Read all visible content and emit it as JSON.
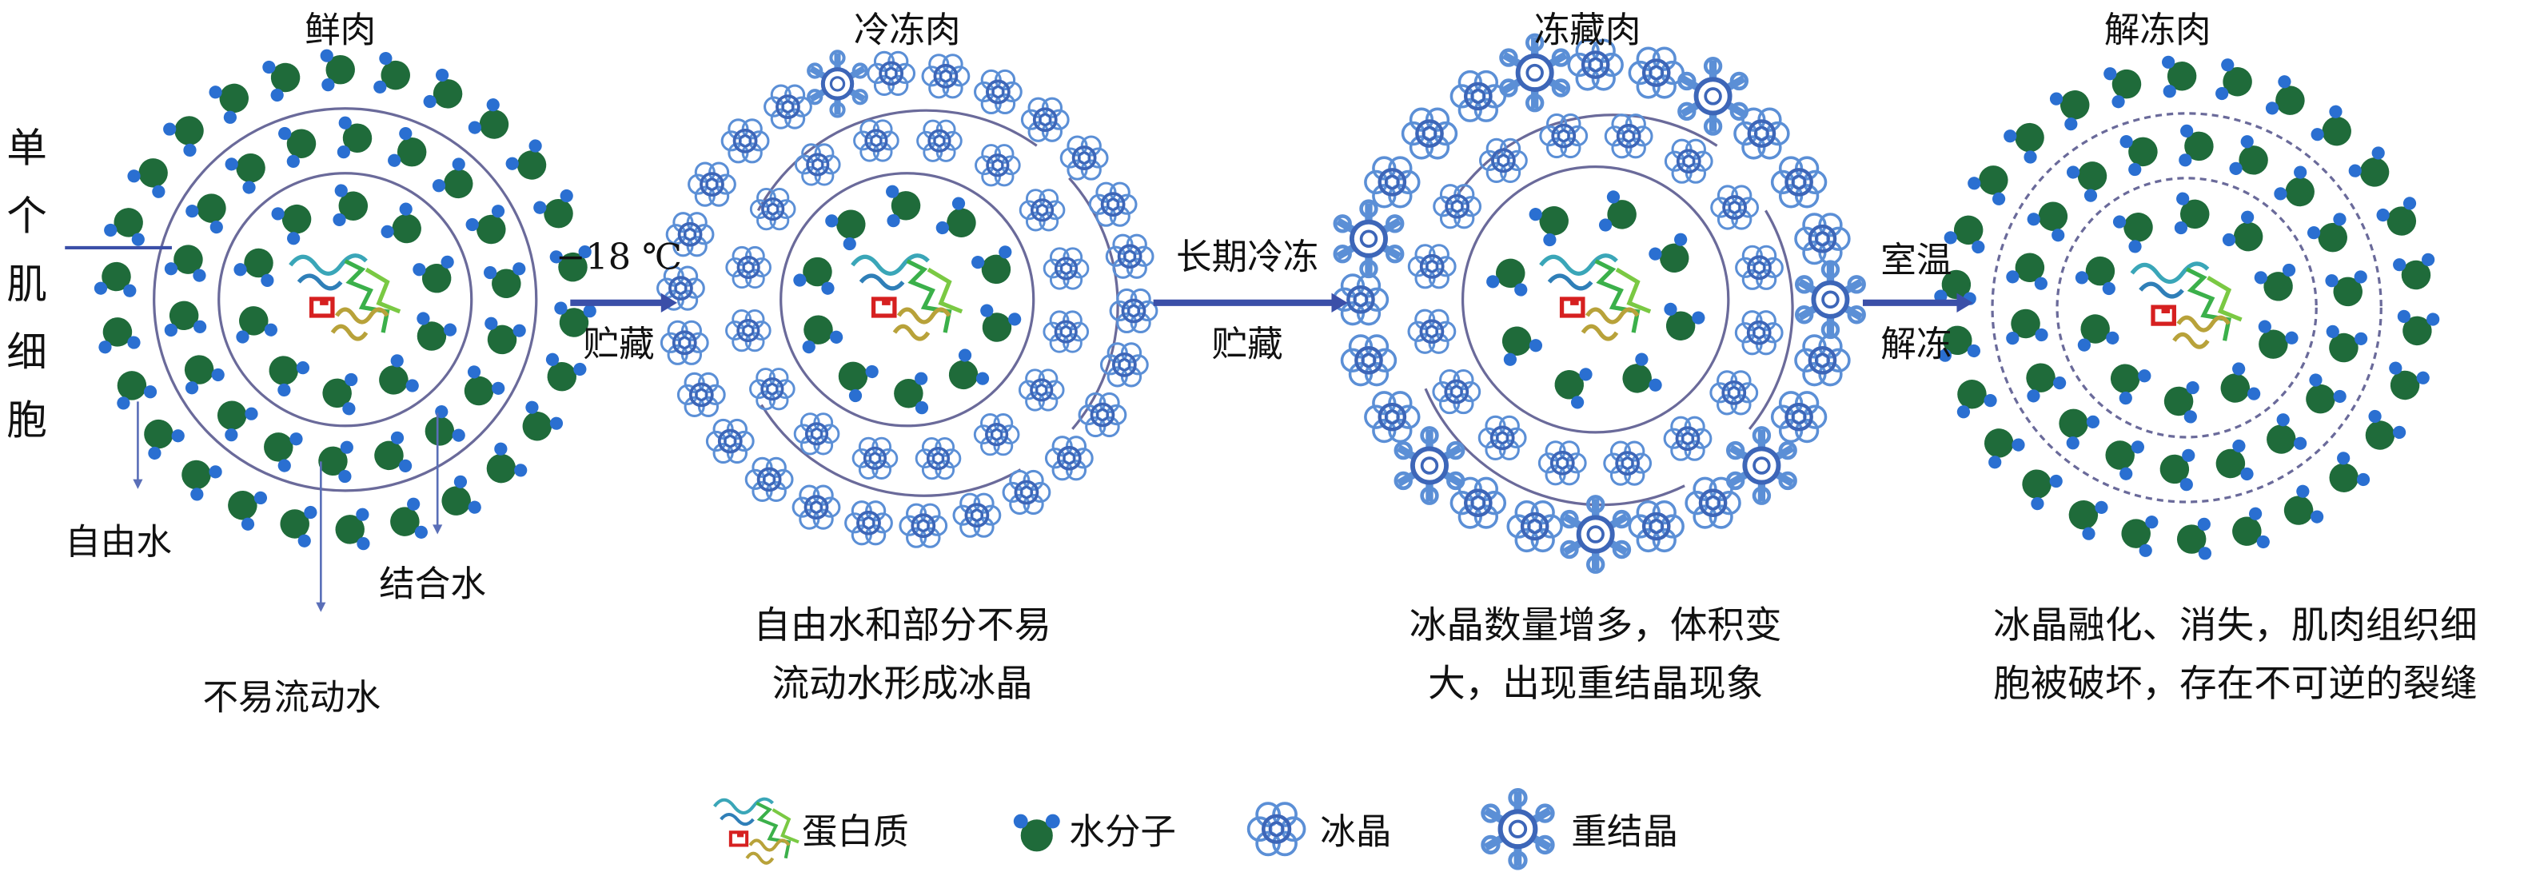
{
  "stages": [
    {
      "title": "鲜肉"
    },
    {
      "title": "冷冻肉",
      "caption": [
        "自由水和部分不易",
        "流动水形成冰晶"
      ]
    },
    {
      "title": "冻藏肉",
      "caption": [
        "冰晶数量增多，体积变",
        "大，出现重结晶现象"
      ]
    },
    {
      "title": "解冻肉",
      "caption": [
        "冰晶融化、消失，肌肉组织细",
        "胞被破坏，存在不可逆的裂缝"
      ]
    }
  ],
  "transitions": [
    {
      "top": "−18 ℃",
      "bottom": "贮藏"
    },
    {
      "top": "长期冷冻",
      "bottom": "贮藏"
    },
    {
      "top": "室温",
      "bottom": "解冻"
    }
  ],
  "cell_label": [
    "单",
    "个",
    "肌",
    "细",
    "胞"
  ],
  "water_labels": {
    "free": "自由水",
    "bound": "结合水",
    "immobile": "不易流动水"
  },
  "legend": [
    {
      "icon": "protein-icon",
      "label": "蛋白质"
    },
    {
      "icon": "water-molecule-icon",
      "label": "水分子"
    },
    {
      "icon": "ice-crystal-icon",
      "label": "冰晶"
    },
    {
      "icon": "recrystallization-icon",
      "label": "重结晶"
    }
  ],
  "colors": {
    "water_o": "#1f6b3a",
    "water_h": "#2a6fd1",
    "ice": "#5b8fd6",
    "membrane": "#6a6a9a",
    "arrow": "#3b4fa8"
  }
}
